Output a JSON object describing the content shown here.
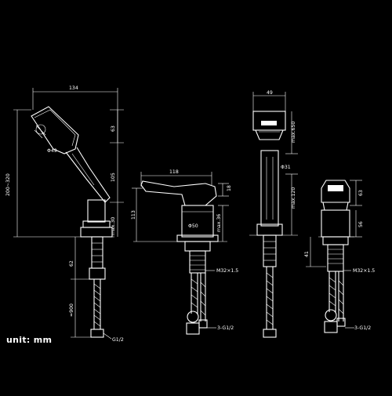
{
  "unit_label": "unit: mm",
  "views": {
    "hand_shower": {
      "width_134": "134",
      "dim_63": "63",
      "dim_phi49": "Φ49",
      "height_200_320": "200~320",
      "dim_105": "105",
      "dim_max30": "max.30",
      "dim_62": "62",
      "hose_900": "≈900",
      "thread": "G1/2"
    },
    "mixer": {
      "width_118": "118",
      "dim_18": "18",
      "dim_113": "113",
      "dim_phi50": "Φ50",
      "dim_max36": "max.36",
      "thread_m32": "M32×1.5",
      "conn": "3-G1/2"
    },
    "spout": {
      "dim_49": "49",
      "dim_max650": "max.650",
      "dim_phi31": "Φ31",
      "dim_max120": "max.120",
      "dim_41": "41"
    },
    "diverter": {
      "dim_63": "63",
      "dim_56": "56",
      "thread_m32": "M32×1.5",
      "conn": "3-G1/2"
    }
  }
}
